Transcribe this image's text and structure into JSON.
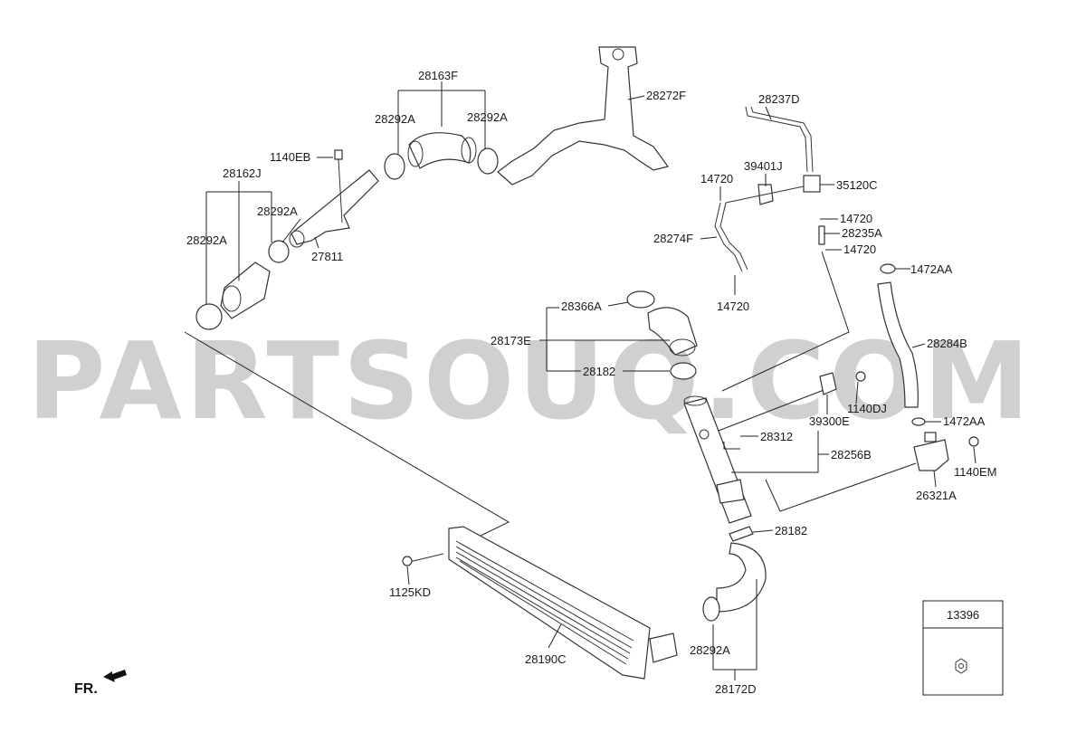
{
  "watermark": "PARTSOUQ.COM",
  "front_marker": "FR.",
  "legend_box": {
    "part_number": "13396"
  },
  "labels": {
    "l_28163F": "28163F",
    "l_28272F": "28272F",
    "l_28292A_1": "28292A",
    "l_28292A_2": "28292A",
    "l_1140EB": "1140EB",
    "l_28162J": "28162J",
    "l_28292A_3": "28292A",
    "l_28292A_4": "28292A",
    "l_27811": "27811",
    "l_28237D": "28237D",
    "l_14720_1": "14720",
    "l_39401J": "39401J",
    "l_35120C": "35120C",
    "l_14720_2": "14720",
    "l_28235A": "28235A",
    "l_14720_3": "14720",
    "l_28274F": "28274F",
    "l_1472AA_1": "1472AA",
    "l_14720_4": "14720",
    "l_28366A": "28366A",
    "l_28173E": "28173E",
    "l_28182_1": "28182",
    "l_28284B": "28284B",
    "l_1140DJ": "1140DJ",
    "l_39300E": "39300E",
    "l_1472AA_2": "1472AA",
    "l_28312": "28312",
    "l_28256B": "28256B",
    "l_1140EM": "1140EM",
    "l_26321A": "26321A",
    "l_28182_2": "28182",
    "l_1125KD": "1125KD",
    "l_28292A_5": "28292A",
    "l_28190C": "28190C",
    "l_28172D": "28172D"
  }
}
